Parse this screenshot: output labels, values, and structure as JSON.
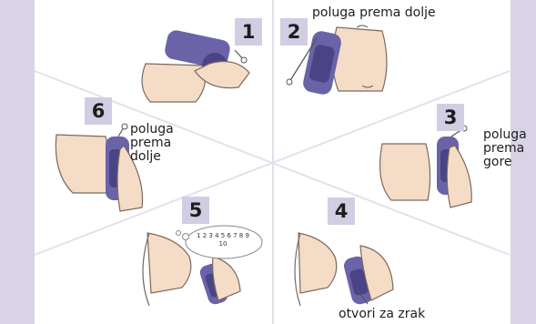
{
  "steps": [
    {
      "number": "1"
    },
    {
      "number": "2",
      "label": "poluga prema dolje"
    },
    {
      "number": "3",
      "label": "poluga\nprema\ngore"
    },
    {
      "number": "4",
      "label": "otvori za zrak"
    },
    {
      "number": "5",
      "thought_bubble_numbers": "1 2 3 4 5 6 7 8 9 10"
    },
    {
      "number": "6",
      "label": "poluga\nprema\ndolje"
    }
  ],
  "colors": {
    "strip": "#d9d3e6",
    "badge": "#d2cde3",
    "inhaler": "#6a63a8",
    "inhaler_dark": "#4a4486",
    "skin": "#f5dcc6",
    "outline": "#7a6a60",
    "divider": "#e4e0ec"
  }
}
